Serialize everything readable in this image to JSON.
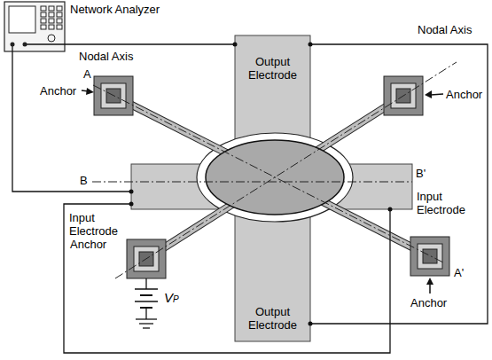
{
  "diagram": {
    "nodes": [
      {
        "text": [
          "Network Analyzer"
        ]
      },
      {
        "text": [
          "Output Electrode"
        ]
      },
      {
        "text": [
          "Input Electrode"
        ]
      },
      {
        "text": [
          "Input Electrode"
        ]
      },
      {
        "text": [
          "Output Electrode"
        ]
      }
    ],
    "edges": [
      {
        "from": 0,
        "to": 1,
        "arrow": "none"
      },
      {
        "from": 1,
        "to": 4,
        "arrow": "none"
      },
      {
        "from": 0,
        "to": 2,
        "arrow": "none"
      },
      {
        "from": 2,
        "to": 3,
        "arrow": "none"
      }
    ],
    "labels": [
      "Nodal Axis",
      "A",
      "Anchor",
      "Nodal Axis",
      "Anchor",
      "B",
      "B'",
      "Anchor",
      "A'",
      "Anchor",
      "VP"
    ]
  }
}
